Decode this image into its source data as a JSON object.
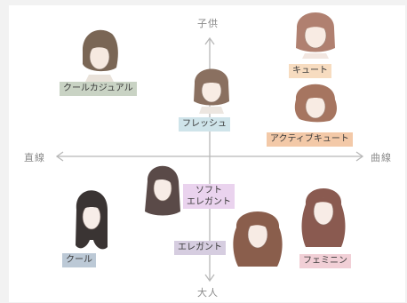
{
  "axes": {
    "top": "子供",
    "bottom": "大人",
    "left": "直線",
    "right": "曲線"
  },
  "styles": [
    {
      "id": "cool-casual",
      "label": "クールカジュアル",
      "color": "#c9d3c4",
      "hair": "#7a6655"
    },
    {
      "id": "cute",
      "label": "キュート",
      "color": "#f7dcc0",
      "hair": "#b08070"
    },
    {
      "id": "fresh",
      "label": "フレッシュ",
      "color": "#cfe4ea",
      "hair": "#8a7060"
    },
    {
      "id": "active-cute",
      "label": "アクティブキュート",
      "color": "#f3c9a8",
      "hair": "#a67560"
    },
    {
      "id": "soft-elegant",
      "lines": [
        "ソフト",
        "エレガント"
      ],
      "color": "#ead3ee",
      "hair": "#5a4a48"
    },
    {
      "id": "cool",
      "label": "クール",
      "color": "#bcc9d6",
      "hair": "#3a3433"
    },
    {
      "id": "elegant",
      "label": "エレガント",
      "color": "#d6cde0",
      "hair": "#8a5e4c"
    },
    {
      "id": "feminine",
      "label": "フェミニン",
      "color": "#f1cfd6",
      "hair": "#8a5a50"
    }
  ]
}
